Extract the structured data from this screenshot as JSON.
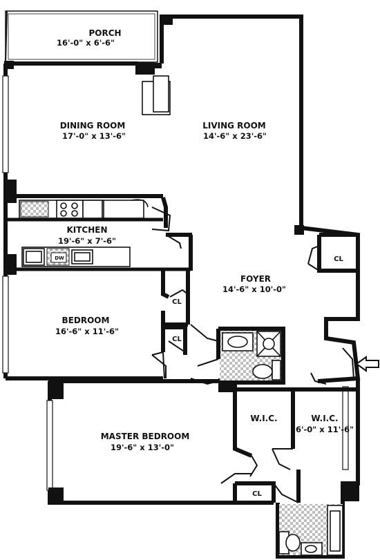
{
  "rooms": {
    "porch": {
      "name": "PORCH",
      "dim": "16'-0\" x 6'-6\""
    },
    "dining": {
      "name": "DINING ROOM",
      "dim": "17'-0\" x 13'-6\""
    },
    "living": {
      "name": "LIVING ROOM",
      "dim": "14'-6\" x 23'-6\""
    },
    "kitchen": {
      "name": "KITCHEN",
      "dim": "19'-6\" x 7'-6\""
    },
    "foyer": {
      "name": "FOYER",
      "dim": "14'-6\" x 10'-0\""
    },
    "bedroom": {
      "name": "BEDROOM",
      "dim": "16'-6\" x 11'-6\""
    },
    "master": {
      "name": "MASTER BEDROOM",
      "dim": "19'-6\" x 13'-0\""
    },
    "wic1": {
      "name": "W.I.C."
    },
    "wic2": {
      "name": "W.I.C.",
      "dim": "6'-0\" x 11'-6\""
    }
  },
  "closets": {
    "cl_foyer": "CL",
    "cl_bed1": "CL",
    "cl_bed2": "CL",
    "cl_master": "CL"
  },
  "fixtures": {
    "dishwasher": "DW"
  },
  "entry_arrow": "entry-arrow-icon"
}
